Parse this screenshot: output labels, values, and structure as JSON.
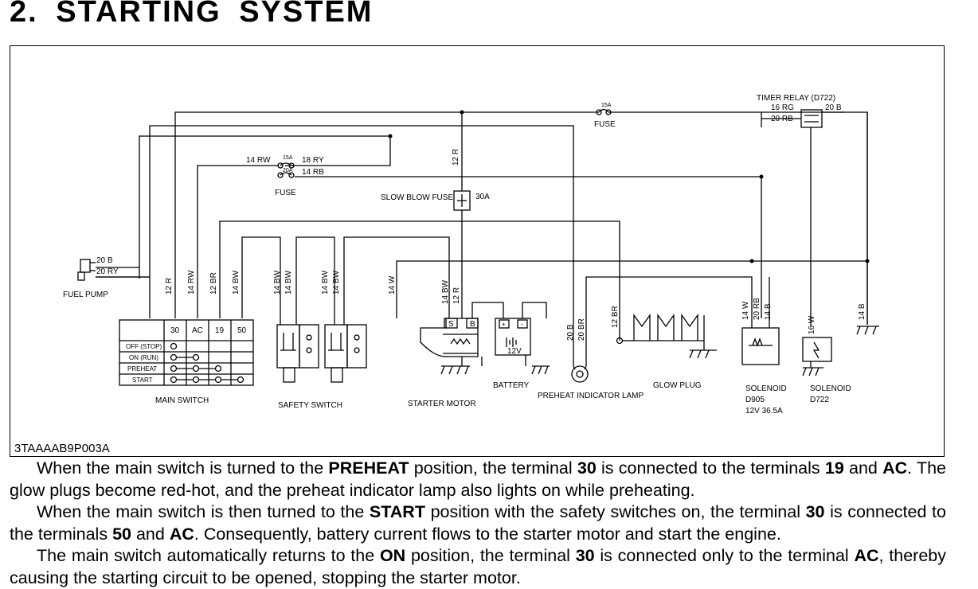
{
  "heading": "2.  STARTING  SYSTEM",
  "figure_code": "3TAAAAB9P003A",
  "diagram": {
    "fuel_pump": {
      "label": "FUEL PUMP",
      "wire1": "20  B",
      "wire2": "20  RY"
    },
    "fuse_small": {
      "label": "FUSE",
      "rating_a": "15A",
      "rating_b": "20A",
      "wire_in": "14  RW",
      "wire_out1": "18  RY",
      "wire_out2": "14  RB"
    },
    "fuse_top": {
      "label": "FUSE",
      "rating": "15A"
    },
    "slow_blow_fuse": {
      "label": "SLOW BLOW FUSE",
      "rating": "30A",
      "wire": "12  R"
    },
    "timer_relay": {
      "label": "TIMER RELAY (D722)",
      "w1": "16  RG",
      "w2": "20  RB",
      "w3": "20  B"
    },
    "main_switch": {
      "label": "MAIN SWITCH",
      "terminals": [
        "30",
        "AC",
        "19",
        "50"
      ],
      "positions": [
        "OFF (STOP)",
        "ON (RUN)",
        "PREHEAT",
        "START"
      ],
      "wires": [
        "12  R",
        "14  RW",
        "12  BR",
        "14  BW"
      ]
    },
    "safety_switch": {
      "label": "SAFETY SWITCH",
      "wires": [
        "14  BW",
        "14  BW",
        "14  BW",
        "14  BW"
      ]
    },
    "starter_motor": {
      "label": "STARTER MOTOR",
      "s": "S",
      "b": "B",
      "wires": [
        "14  W",
        "14  BW",
        "12  R"
      ]
    },
    "battery": {
      "label": "BATTERY",
      "voltage": "12V",
      "plus": "+",
      "minus": "-"
    },
    "preheat_lamp": {
      "label": "PREHEAT INDICATOR LAMP",
      "wires": [
        "20  B",
        "20  BR"
      ]
    },
    "glow_plug": {
      "label": "GLOW PLUG",
      "wire": "12  BR"
    },
    "solenoid_d905": {
      "label": "SOLENOID",
      "model": "D905",
      "spec": "12V  36.5A",
      "wires": [
        "14  W",
        "20  RB",
        "14  B"
      ]
    },
    "solenoid_d722": {
      "label": "SOLENOID",
      "model": "D722",
      "wire": "16  W"
    },
    "ground_wire": "14  B"
  },
  "paragraphs": [
    [
      {
        "t": "When the main switch is turned to the "
      },
      {
        "t": "PREHEAT",
        "b": true
      },
      {
        "t": " position, the terminal "
      },
      {
        "t": "30",
        "b": true
      },
      {
        "t": " is connected to the terminals "
      },
      {
        "t": "19",
        "b": true
      },
      {
        "t": " and "
      },
      {
        "t": "AC",
        "b": true
      },
      {
        "t": ".  The glow plugs become red-hot, and the preheat indicator lamp also lights on while preheating."
      }
    ],
    [
      {
        "t": "When the main switch is then turned to the "
      },
      {
        "t": "START",
        "b": true
      },
      {
        "t": " position with the safety switches on, the terminal "
      },
      {
        "t": "30",
        "b": true
      },
      {
        "t": " is connected to the terminals "
      },
      {
        "t": "50",
        "b": true
      },
      {
        "t": " and "
      },
      {
        "t": "AC",
        "b": true
      },
      {
        "t": ".  Consequently, battery current flows to the starter motor and start the engine."
      }
    ],
    [
      {
        "t": "The main switch automatically returns to the "
      },
      {
        "t": "ON",
        "b": true
      },
      {
        "t": " position, the terminal "
      },
      {
        "t": "30",
        "b": true
      },
      {
        "t": " is connected only to the terminal "
      },
      {
        "t": "AC",
        "b": true
      },
      {
        "t": ", thereby causing the starting circuit to be opened, stopping the starter motor."
      }
    ]
  ]
}
